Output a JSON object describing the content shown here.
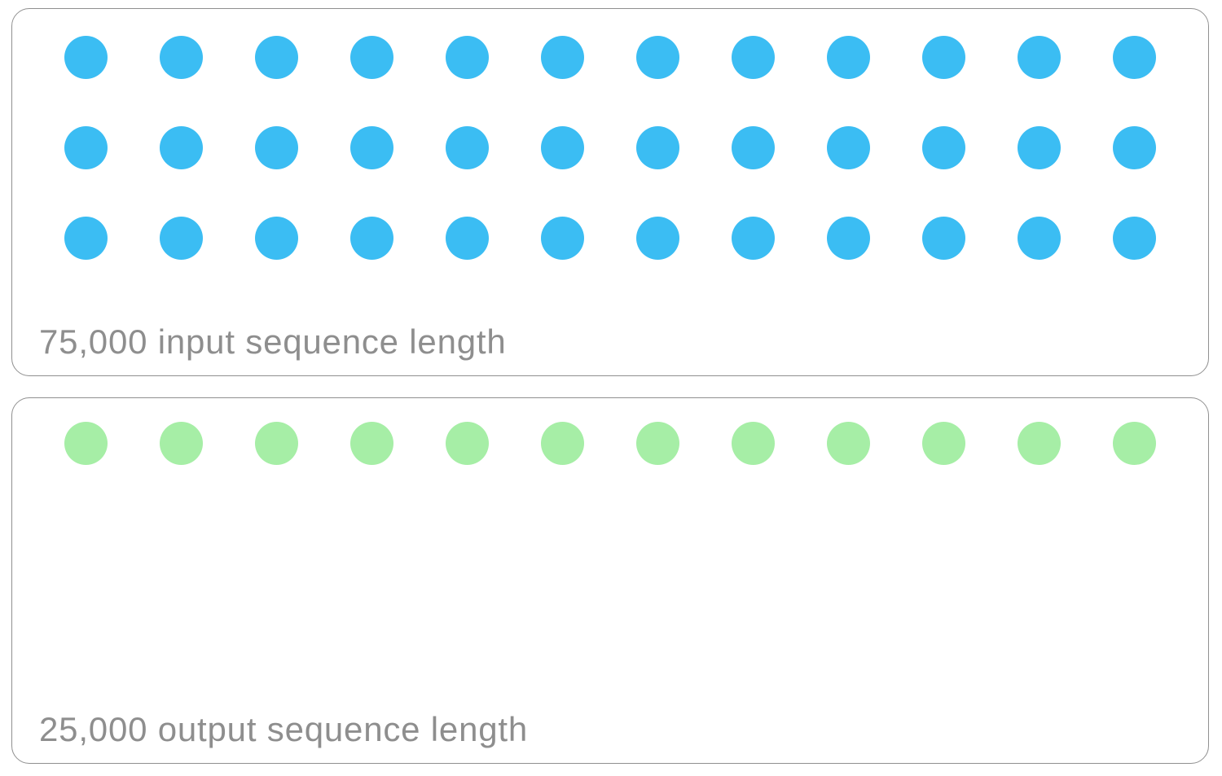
{
  "chart_data": {
    "type": "pictogram",
    "title": "",
    "description": "Two stacked rounded panels comparing sequence lengths by proportional dot counts",
    "series": [
      {
        "name": "input sequence",
        "label": "75,000 input sequence length",
        "value": 75000,
        "dot_count": 36,
        "rows": 3,
        "columns": 12,
        "color": "#3bbdf3"
      },
      {
        "name": "output sequence",
        "label": "25,000 output sequence length",
        "value": 25000,
        "dot_count": 12,
        "rows": 1,
        "columns": 12,
        "color": "#a6eea6"
      }
    ],
    "legend_position": "none",
    "grid": false
  },
  "panels": [
    {
      "id": "input-token",
      "label": "75,000 input sequence length",
      "dot_count": 36,
      "rows": 3,
      "columns": 12,
      "dot_color": "#3bbdf3",
      "dot_icon": "circle-dot-icon"
    },
    {
      "id": "output-token",
      "label": "25,000 output sequence length",
      "dot_count": 12,
      "rows": 1,
      "columns": 12,
      "dot_color": "#a6eea6",
      "dot_icon": "circle-dot-icon"
    }
  ],
  "colors": {
    "input_dot": "#3bbdf3",
    "output_dot": "#a6eea6",
    "label_text": "#8e8e8e",
    "panel_border": "#909090",
    "background": "#ffffff"
  }
}
